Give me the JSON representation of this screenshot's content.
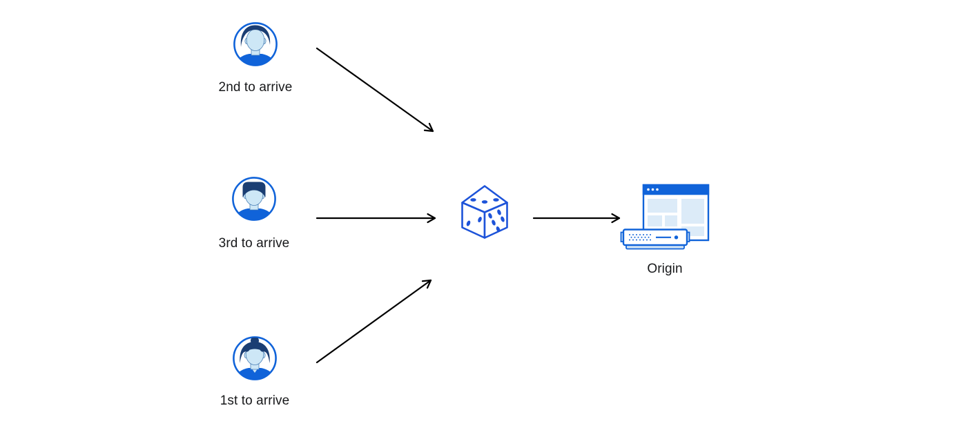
{
  "diagram": {
    "type": "flow-diagram",
    "description": "Three clients arriving in different orders are routed randomly (dice) to an origin server",
    "nodes": {
      "users": [
        {
          "label": "2nd to arrive",
          "icon": "user-avatar-male-swoosh-hair-icon"
        },
        {
          "label": "3rd to arrive",
          "icon": "user-avatar-male-flattop-hair-icon"
        },
        {
          "label": "1st to arrive",
          "icon": "user-avatar-female-bun-hair-icon"
        }
      ],
      "randomizer": {
        "icon": "dice-icon"
      },
      "origin": {
        "label": "Origin",
        "icon": "origin-browser-server-icon"
      }
    },
    "arrows": [
      {
        "from": "user-2nd-to-arrive",
        "to": "dice",
        "direction": "down-right"
      },
      {
        "from": "user-3rd-to-arrive",
        "to": "dice",
        "direction": "right"
      },
      {
        "from": "user-1st-to-arrive",
        "to": "dice",
        "direction": "up-right"
      },
      {
        "from": "dice",
        "to": "origin",
        "direction": "right"
      }
    ],
    "colors": {
      "background": "#ffffff",
      "primary_blue": "#1063d9",
      "dice_blue": "#1d53d9",
      "hair_navy": "#1b3e73",
      "skin_light_blue": "#cde7f6",
      "skin_outline": "#4a7fb5",
      "panel_light_blue": "#dcebf8",
      "server_accent_light_blue": "#cfe3f5",
      "arrow_black": "#000000",
      "label_text": "#17181a"
    }
  }
}
